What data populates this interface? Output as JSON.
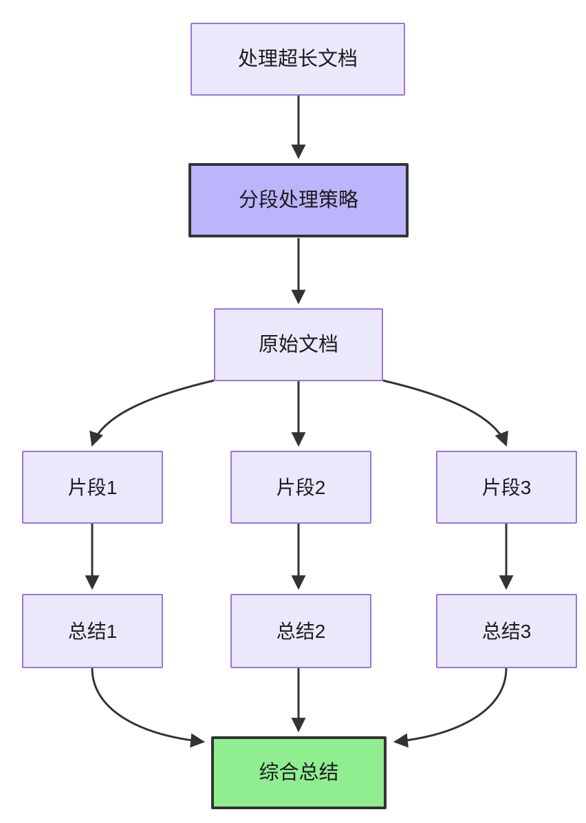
{
  "diagram": {
    "type": "flowchart",
    "direction": "top-to-bottom",
    "title_node": "处理超长文档",
    "background_color": "#ffffff",
    "palette": {
      "default_fill": "#ebe8fc",
      "default_stroke": "#9a73e0",
      "highlight_fill": "#bbb5fb",
      "highlight_stroke": "#333333",
      "final_fill": "#90ee90",
      "final_stroke": "#333333",
      "edge_color": "#333333",
      "text_color": "#1b1b1d"
    },
    "nodes": {
      "root": {
        "label": "处理超长文档"
      },
      "strategy": {
        "label": "分段处理策略"
      },
      "source": {
        "label": "原始文档"
      },
      "chunk1": {
        "label": "片段1"
      },
      "chunk2": {
        "label": "片段2"
      },
      "chunk3": {
        "label": "片段3"
      },
      "summary1": {
        "label": "总结1"
      },
      "summary2": {
        "label": "总结2"
      },
      "summary3": {
        "label": "总结3"
      },
      "final": {
        "label": "综合总结"
      }
    },
    "edges": [
      {
        "from": "处理超长文档",
        "to": "分段处理策略"
      },
      {
        "from": "分段处理策略",
        "to": "原始文档"
      },
      {
        "from": "原始文档",
        "to": "片段1"
      },
      {
        "from": "原始文档",
        "to": "片段2"
      },
      {
        "from": "原始文档",
        "to": "片段3"
      },
      {
        "from": "片段1",
        "to": "总结1"
      },
      {
        "from": "片段2",
        "to": "总结2"
      },
      {
        "from": "片段3",
        "to": "总结3"
      },
      {
        "from": "总结1",
        "to": "综合总结"
      },
      {
        "from": "总结2",
        "to": "综合总结"
      },
      {
        "from": "总结3",
        "to": "综合总结"
      }
    ]
  }
}
